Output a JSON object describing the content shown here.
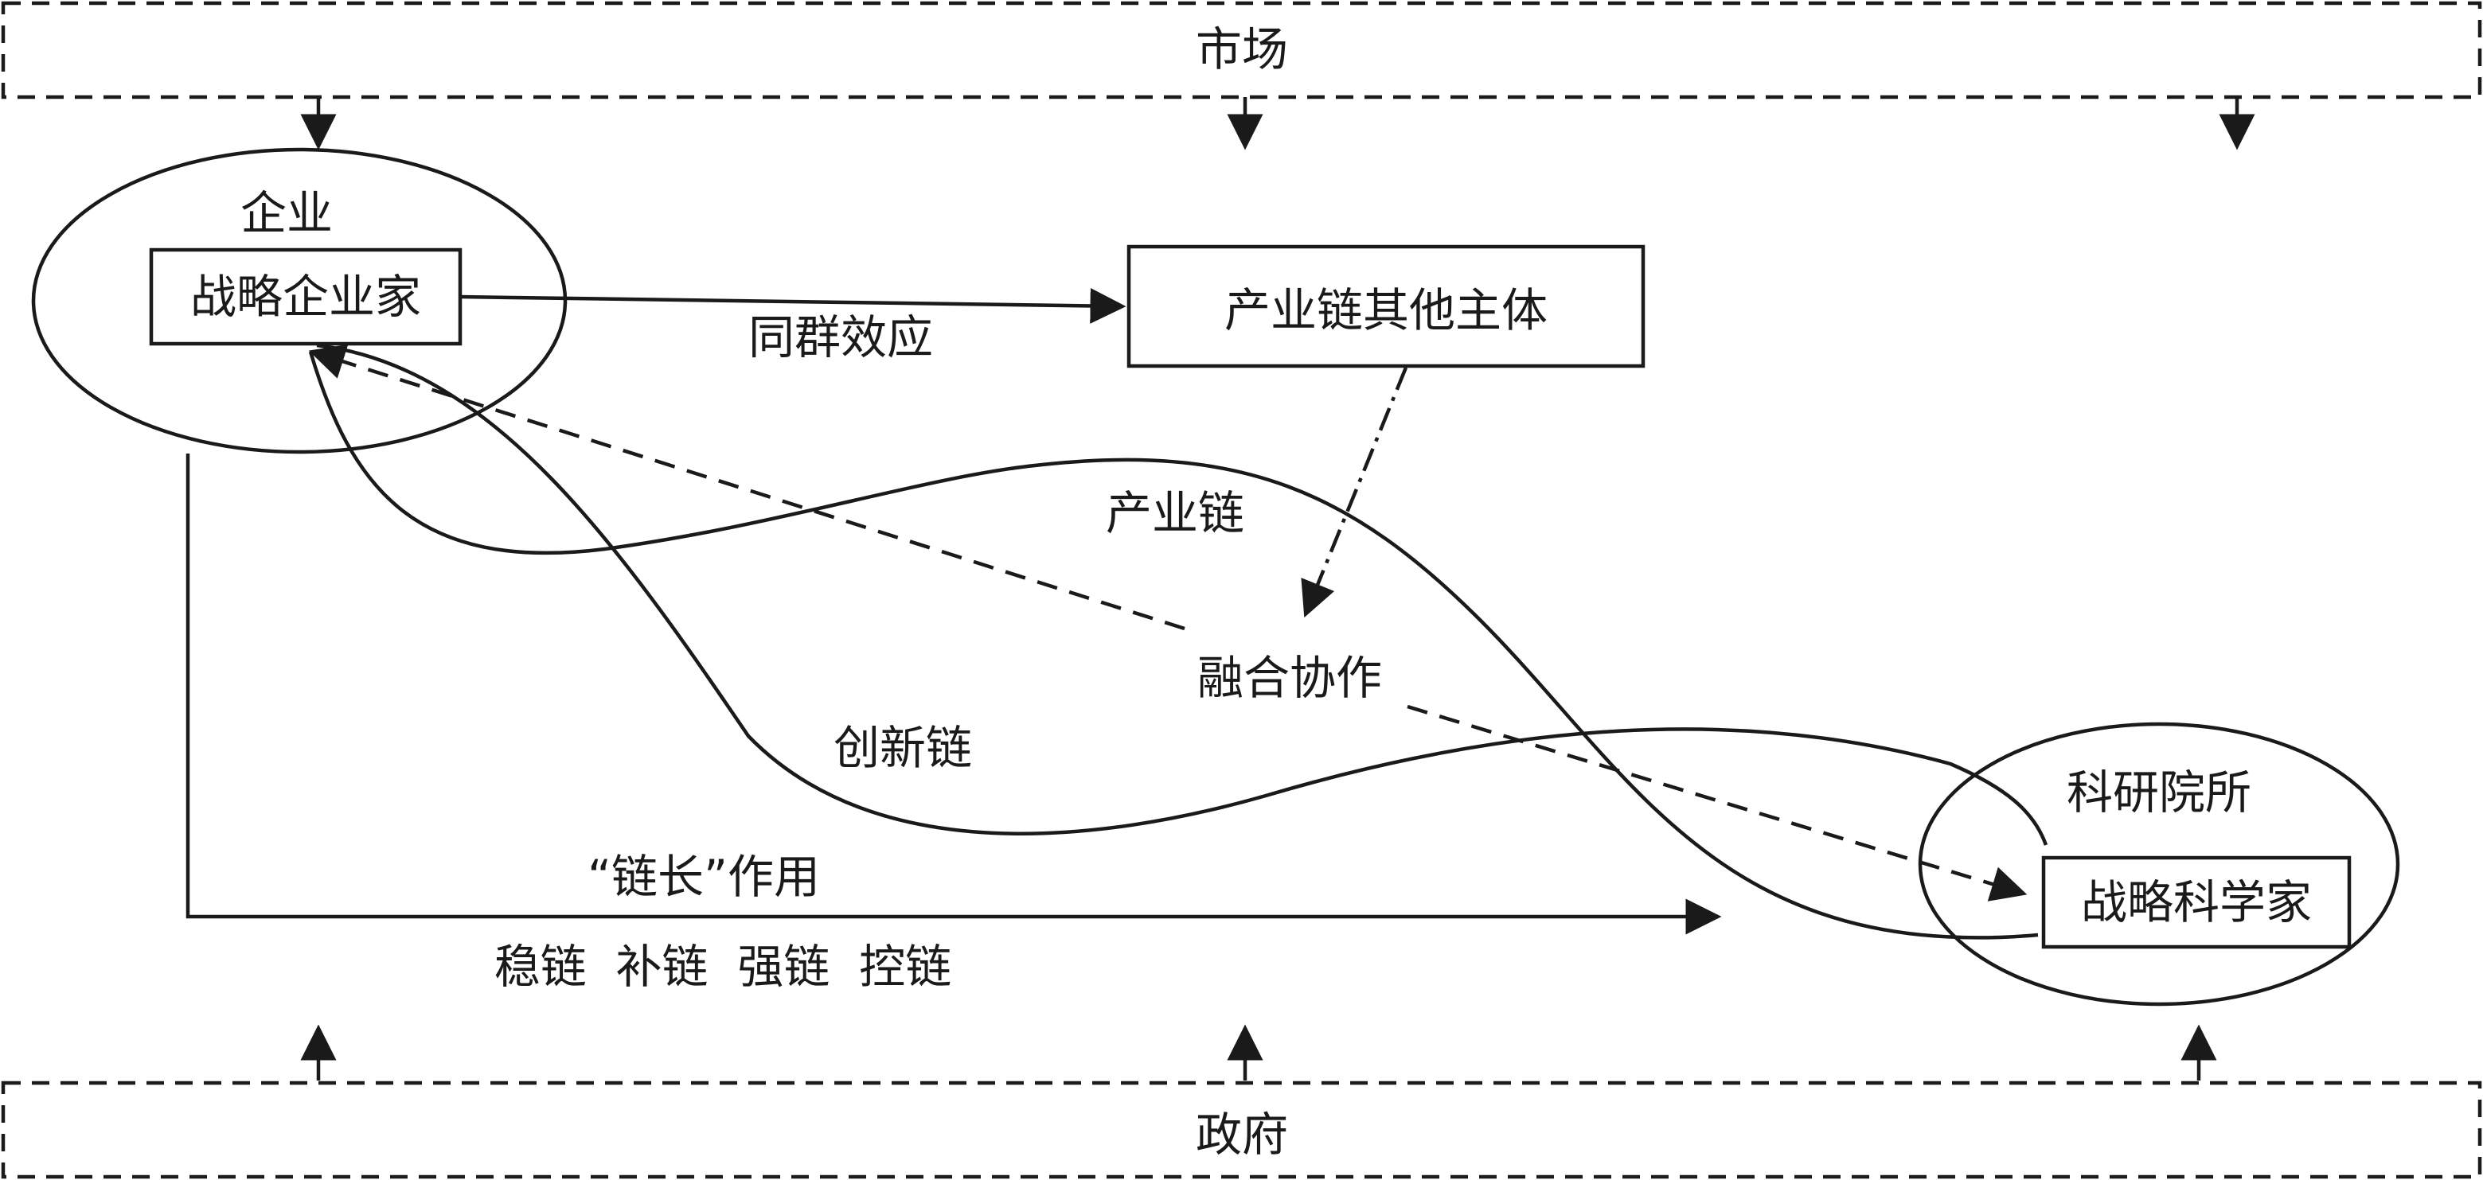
{
  "labels": {
    "market": "市场",
    "government": "政府",
    "enterprise": "企业",
    "strategic_entrepreneur": "战略企业家",
    "other_entities": "产业链其他主体",
    "peer_effect": "同群效应",
    "industry_chain": "产业链",
    "fusion_collaboration": "融合协作",
    "innovation_chain": "创新链",
    "research_institutes": "科研院所",
    "strategic_scientist": "战略科学家",
    "chain_leader_role": "“链长”作用",
    "chain_actions": "稳链  补链  强链  控链"
  },
  "colors": {
    "line": "#1a1a1a",
    "background": "#ffffff"
  }
}
